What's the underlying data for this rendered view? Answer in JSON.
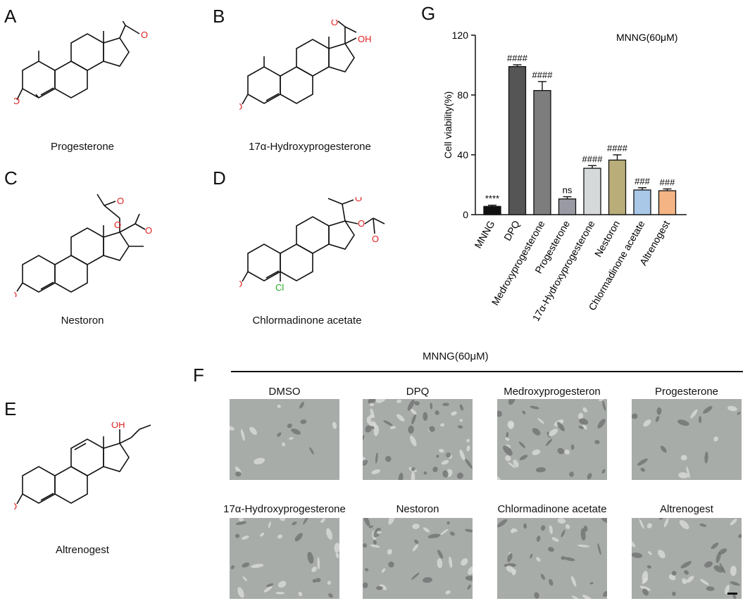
{
  "panels": {
    "A": {
      "letter": "A",
      "caption": "Progesterone"
    },
    "B": {
      "letter": "B",
      "caption": "17α-Hydroxyprogesterone",
      "oh": "OH"
    },
    "C": {
      "letter": "C",
      "caption": "Nestoron"
    },
    "D": {
      "letter": "D",
      "caption": "Chlormadinone acetate",
      "cl": "Cl"
    },
    "E": {
      "letter": "E",
      "caption": "Altrenogest",
      "oh": "OH"
    },
    "F": {
      "letter": "F",
      "title": "MNNG(60μM)",
      "images": [
        "DMSO",
        "DPQ",
        "Medroxyprogesteron",
        "Progesterone",
        "17α-Hydroxyprogesterone",
        "Nestoron",
        "Chlormadinone acetate",
        "Altrenogest"
      ]
    },
    "G": {
      "letter": "G"
    }
  },
  "chart_data": {
    "type": "bar",
    "title": "MNNG(60μM)",
    "ylabel": "Cell viability(%)",
    "xlabel": "",
    "ylim": [
      0,
      120
    ],
    "yticks": [
      "0",
      "40",
      "80",
      "120"
    ],
    "categories": [
      "MNNG",
      "DPQ",
      "Medroxyprogesterone",
      "Progesterone",
      "17α-Hydroxyprogesterone",
      "Nestoron",
      "Chlormadinone acetate",
      "Altrenogest"
    ],
    "values": [
      5.5,
      99,
      83,
      10.5,
      31,
      36.5,
      16.5,
      16
    ],
    "errors": [
      0.8,
      1.2,
      6,
      1.5,
      1.8,
      3.5,
      1.5,
      1.2
    ],
    "annotations": [
      "****",
      "####",
      "####",
      "ns",
      "####",
      "####",
      "###",
      "###"
    ],
    "colors": [
      "#111111",
      "#555555",
      "#7d7d7d",
      "#9a9aa4",
      "#d6d9d9",
      "#b9ad7a",
      "#a9c8e8",
      "#f4b483"
    ],
    "grid": false
  }
}
